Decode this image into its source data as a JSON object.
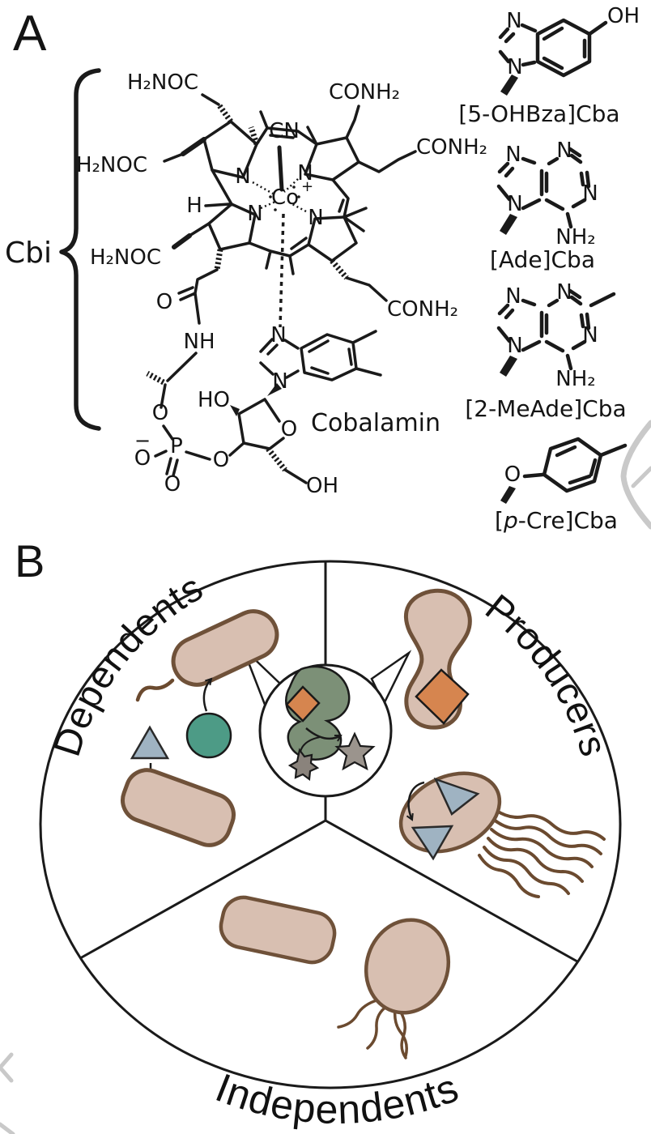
{
  "panelA": {
    "label": "A",
    "cbi": "Cbi",
    "cobalamin": "Cobalamin",
    "core": {
      "amide_tl": "H₂NOC",
      "amide_ml": "H₂NOC",
      "amide_bl": "H₂NOC",
      "amide_tr": "CONH₂",
      "amide_r": "CONH₂",
      "amide_br": "CONH₂",
      "cn": "CN",
      "co": "Co",
      "co_charge": "+",
      "n_nw": "N",
      "n_ne": "N",
      "n_sw": "N",
      "n_se": "N",
      "h": "H",
      "o_carbonyl": "O",
      "nh": "NH",
      "o_ester": "O",
      "o_minus": "O",
      "minus": "−",
      "p": "P",
      "o_double": "O",
      "o_bridge": "O",
      "ho": "HO",
      "ring_o": "O",
      "oh": "OH",
      "bz_n3": "N",
      "bz_n1": "N"
    },
    "ligands": [
      {
        "label": "[5-OHBza]Cba",
        "n_top": "N",
        "n_bottom": "N",
        "oh": "OH"
      },
      {
        "label": "[Ade]Cba",
        "n1": "N",
        "n3": "N",
        "n7": "N",
        "n9": "N",
        "nh2": "NH₂"
      },
      {
        "label": "[2-MeAde]Cba",
        "n1": "N",
        "n3": "N",
        "n7": "N",
        "n9": "N",
        "nh2": "NH₂"
      },
      {
        "label_pre": "[",
        "label_p": "p",
        "label_post": "-Cre]Cba",
        "o": "O"
      }
    ]
  },
  "panelB": {
    "label": "B",
    "sectors": {
      "dependents": "Dependents",
      "producers": "Producers",
      "independents": "Independents"
    }
  },
  "colors": {
    "cell_fill": "#d8bfb1",
    "cell_stroke": "#6f5139",
    "teal": "#4d9b86",
    "blue_gray": "#9fb3c2",
    "orange": "#d6854f",
    "enzyme_green": "#7c9077",
    "star_gray": "#9b948d",
    "star_gray_small": "#8a837c",
    "flagella_brown": "#6b4a2f",
    "line": "#1a1a1a",
    "watermark": "#c9c9c9"
  }
}
